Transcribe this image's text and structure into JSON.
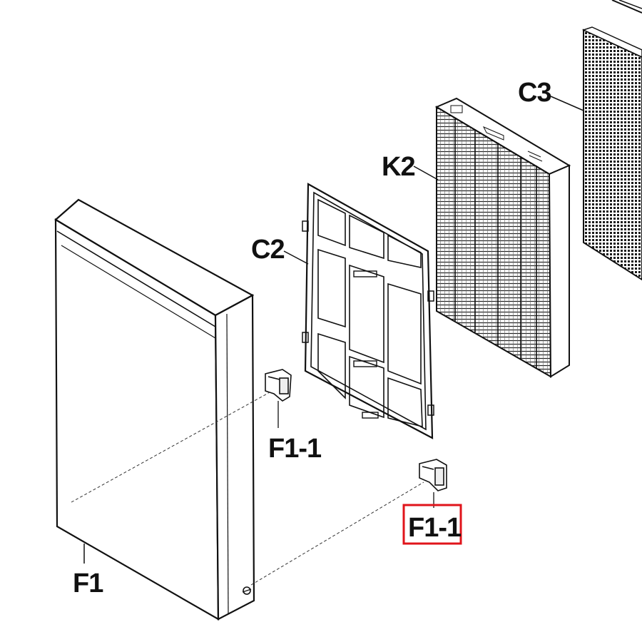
{
  "labels": {
    "c3": "C3",
    "k2": "K2",
    "c2": "C2",
    "f1_1_left": "F1-1",
    "f1_1_right": "F1-1",
    "f1": "F1"
  },
  "colors": {
    "line": "#111111",
    "highlight": "#e0141b",
    "background": "#ffffff",
    "mesh": "#222222"
  },
  "highlighted_label": "f1_1_right"
}
